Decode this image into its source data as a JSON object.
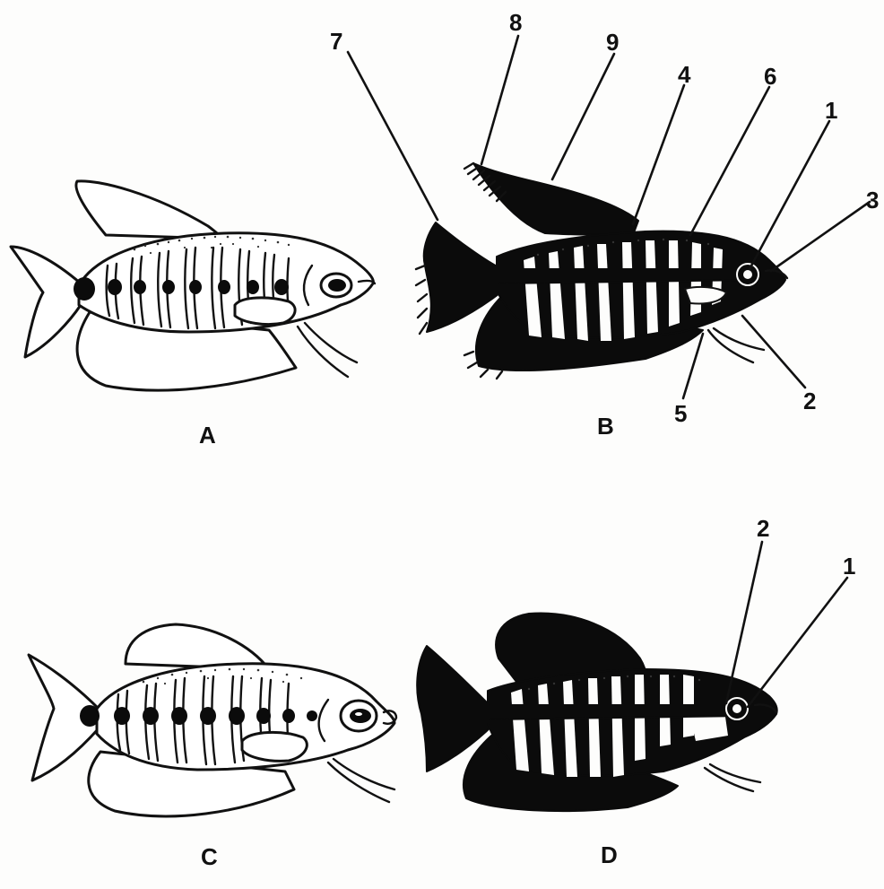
{
  "panels": [
    {
      "id": "A",
      "letter": "A"
    },
    {
      "id": "B",
      "letter": "B"
    },
    {
      "id": "C",
      "letter": "C"
    },
    {
      "id": "D",
      "letter": "D"
    }
  ],
  "callouts_b": [
    "1",
    "2",
    "3",
    "4",
    "5",
    "6",
    "7",
    "8",
    "9"
  ],
  "callouts_d": [
    "2",
    "1"
  ],
  "colors": {
    "ink": "#111111",
    "paper": "#fdfdfc",
    "fill": "#0b0b0b"
  }
}
